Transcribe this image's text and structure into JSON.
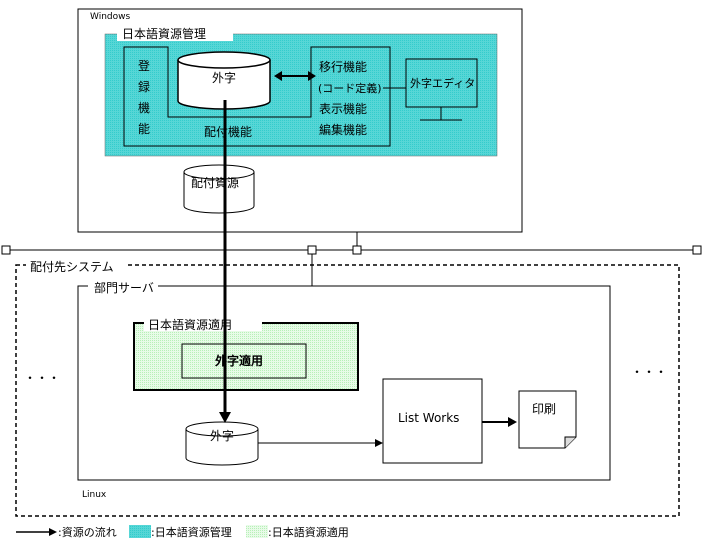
{
  "windows": {
    "label": "Windows",
    "mgmt_title": "日本語資源管理",
    "registration_chars": [
      "登",
      "録",
      "機",
      "能"
    ],
    "gaiji_db": "外字",
    "migration": [
      "移行機能",
      "(コード定義)",
      "表示機能",
      "編集機能"
    ],
    "editor": "外字エディタ",
    "distribution_func": "配付機能",
    "dist_resource": "配付資源"
  },
  "target": {
    "system_label": "配付先システム",
    "server_label": "部門サーバ",
    "apply_title": "日本語資源適用",
    "gaiji_apply": "外字適用",
    "gaiji_db": "外字",
    "listworks": "List Works",
    "print": "印刷",
    "linux": "Linux",
    "dots_left": "・・・",
    "dots_right": "・・・"
  },
  "legend": {
    "flow": ":資源の流れ",
    "mgmt": ":日本語資源管理",
    "apply": ":日本語資源適用"
  },
  "colors": {
    "mgmt_fill": "#33cccc",
    "apply_fill": "#ccffcc"
  }
}
